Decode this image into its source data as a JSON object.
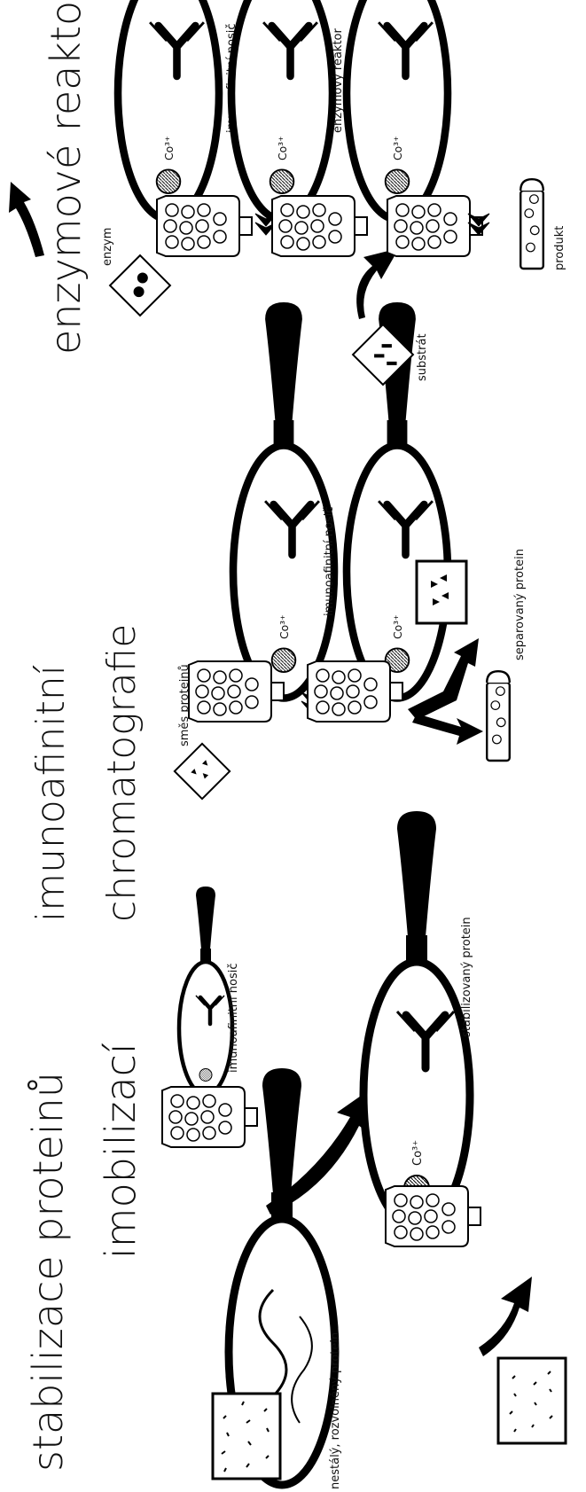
{
  "sections": {
    "stabilization": {
      "title_line1": "stabilizace proteinů",
      "title_line2": "imobilizací",
      "label_carrier": "imunoafinitní nosič",
      "label_stabilized": "stabilizovaný protein",
      "label_unstable": "nestálý, rozvolněný protein",
      "ion": "Co³⁺"
    },
    "chromatography": {
      "title_line1": "imunoafinitní",
      "title_line2": "chromatografie",
      "label_mixture": "směs proteinů",
      "label_carrier": "imunoafinitní nosič",
      "label_separated": "separovaný protein",
      "ion": "Co³⁺"
    },
    "reactors": {
      "title": "enzymové  reaktory",
      "label_enzyme": "enzym",
      "label_carrier": "imunoafinitní nosič",
      "label_reactor": "enzymový reaktor",
      "label_substrate": "substrát",
      "label_product": "produkt",
      "ion": "Co³⁺"
    }
  }
}
